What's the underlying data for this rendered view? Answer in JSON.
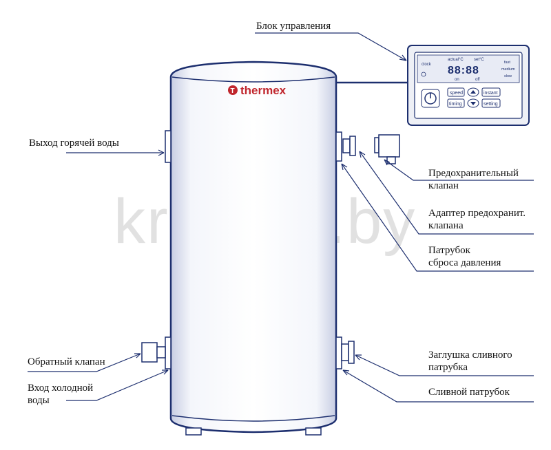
{
  "brand": "thermex",
  "watermark": "kranlux.by",
  "labels": {
    "control_unit": "Блок управления",
    "hot_water_outlet": "Выход горячей воды",
    "safety_valve_line1": "Предохранительный",
    "safety_valve_line2": "клапан",
    "safety_adapter_line1": "Адаптер предохранит.",
    "safety_adapter_line2": "клапана",
    "pressure_nozzle_line1": "Патрубок",
    "pressure_nozzle_line2": "сброса давления",
    "check_valve": "Обратный клапан",
    "cold_inlet_line1": "Вход холодной",
    "cold_inlet_line2": "воды",
    "drain_plug_line1": "Заглушка сливного",
    "drain_plug_line2": "патрубка",
    "drain_nozzle": "Сливной патрубок"
  },
  "panel": {
    "clock": "clock",
    "actual": "actual°C",
    "set": "set°C",
    "fast": "fast",
    "medium": "medium",
    "slow": "slow",
    "on": "on",
    "off": "off",
    "display": "88:88",
    "speed": "speed",
    "timing": "timing",
    "instant": "instant",
    "setting": "setting"
  },
  "colors": {
    "outline": "#1c2e6e",
    "brand_red": "#c0262d",
    "panel_bg": "#eef0f6",
    "screen_bg": "#2a3a8e"
  }
}
